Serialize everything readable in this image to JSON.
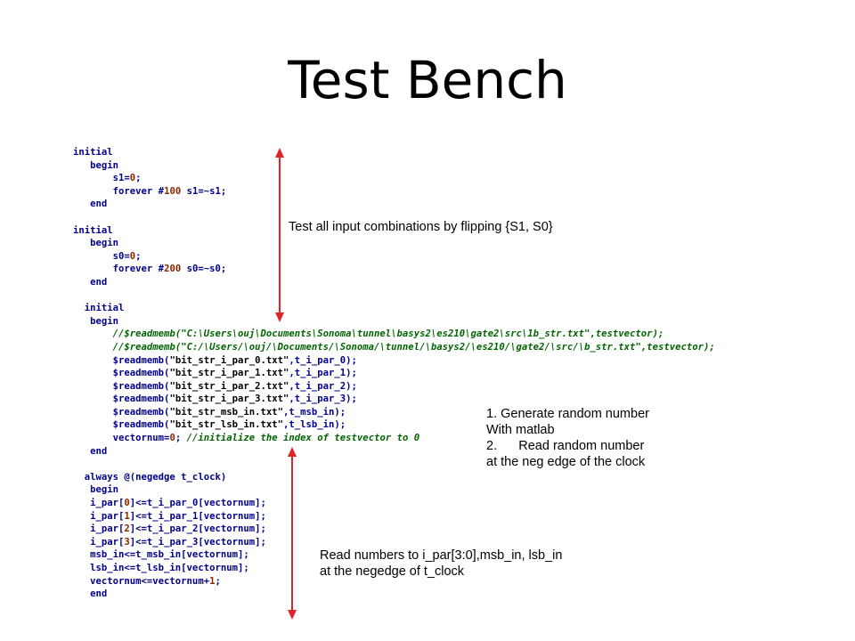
{
  "slide": {
    "title": "Test Bench"
  },
  "code_lines": [
    "initial",
    "   begin",
    "       s1=0;",
    "       forever #100 s1=~s1;",
    "   end",
    "",
    "initial",
    "   begin",
    "       s0=0;",
    "       forever #200 s0=~s0;",
    "   end",
    "",
    "  initial",
    "   begin",
    "       //$readmemb(\"C:\\Users\\ouj\\Documents\\Sonoma\\tunnel\\basys2\\es210\\gate2\\src\\1b_str.txt\",testvector);",
    "       //$readmemb(\"C:/\\Users/\\ouj/\\Documents/\\Sonoma/\\tunnel/\\basys2/\\es210/\\gate2/\\src/\\b_str.txt\",testvector);",
    "       $readmemb(\"bit_str_i_par_0.txt\",t_i_par_0);",
    "       $readmemb(\"bit_str_i_par_1.txt\",t_i_par_1);",
    "       $readmemb(\"bit_str_i_par_2.txt\",t_i_par_2);",
    "       $readmemb(\"bit_str_i_par_3.txt\",t_i_par_3);",
    "       $readmemb(\"bit_str_msb_in.txt\",t_msb_in);",
    "       $readmemb(\"bit_str_lsb_in.txt\",t_lsb_in);",
    "       vectornum=0; //initialize the index of testvector to 0",
    "   end",
    "",
    "  always @(negedge t_clock)",
    "   begin",
    "   i_par[0]<=t_i_par_0[vectornum];",
    "   i_par[1]<=t_i_par_1[vectornum];",
    "   i_par[2]<=t_i_par_2[vectornum];",
    "   i_par[3]<=t_i_par_3[vectornum];",
    "   msb_in<=t_msb_in[vectornum];",
    "   lsb_in<=t_lsb_in[vectornum];",
    "   vectornum<=vectornum+1;",
    "   end"
  ],
  "annotations": {
    "flip": "Test all input combinations by flipping {S1, S0}",
    "random_lines": [
      "1.  Generate random number",
      "With matlab",
      "2.      Read random number",
      "at the neg edge of the clock"
    ],
    "read_lines": [
      "Read numbers to i_par[3:0],msb_in, lsb_in",
      "at the negedge of t_clock"
    ]
  },
  "colors": {
    "arrow": "#e0242b",
    "code_keyword": "#00008b",
    "code_number": "#8b2500",
    "code_comment": "#006400"
  }
}
